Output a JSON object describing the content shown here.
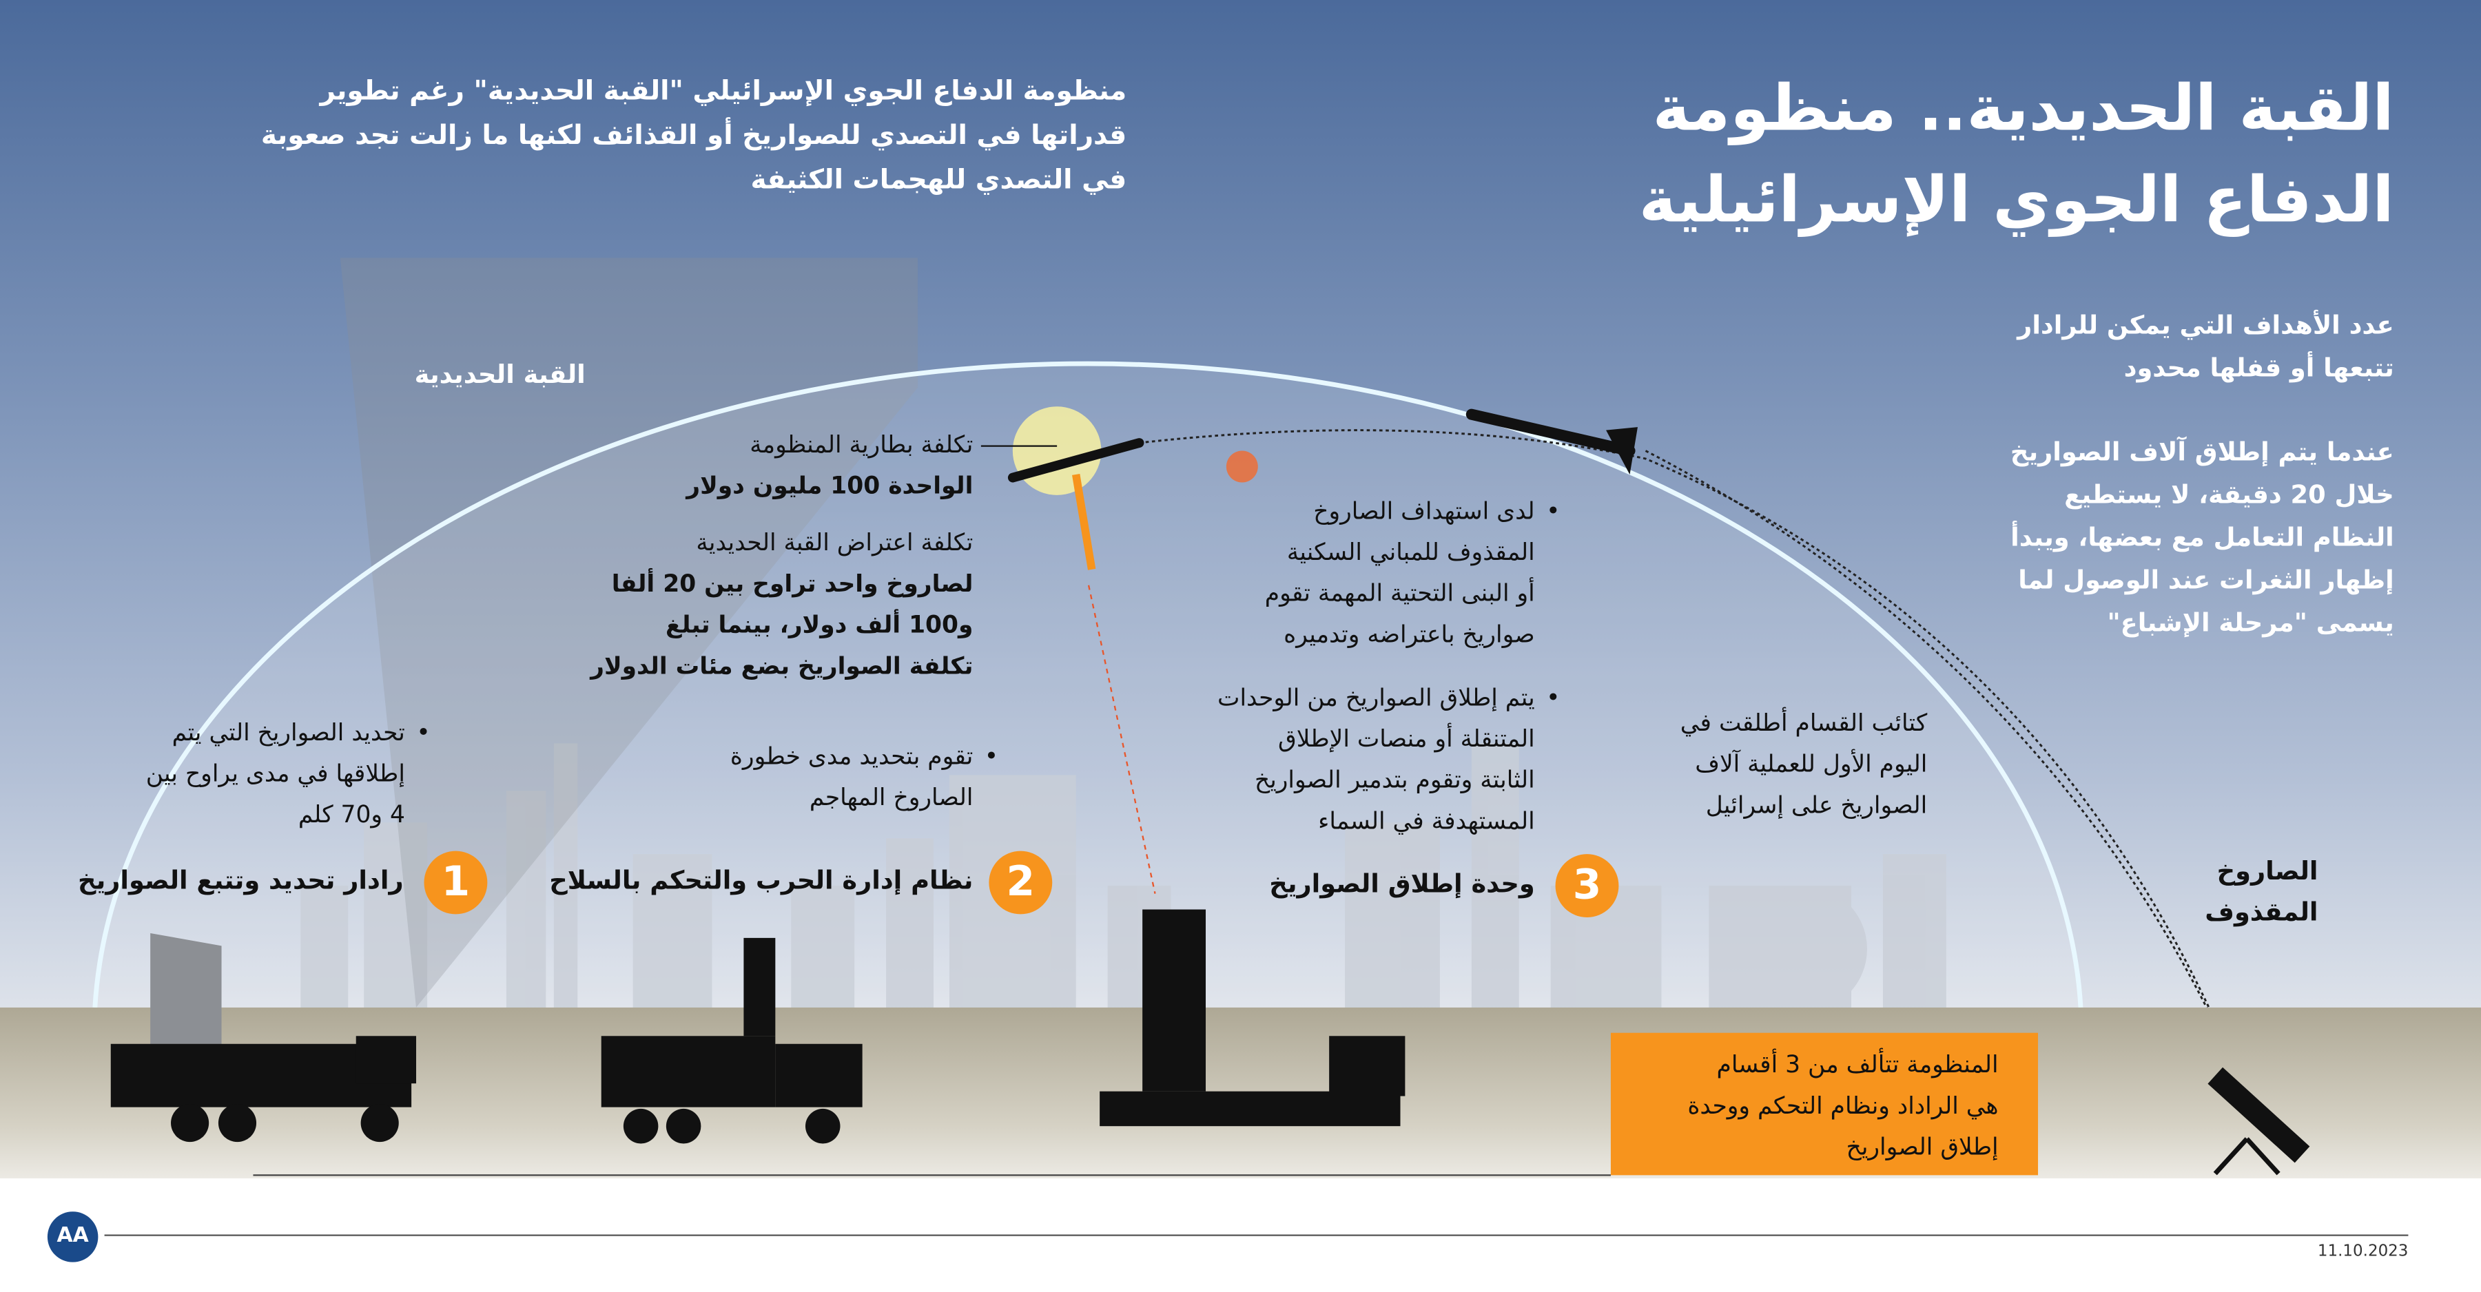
{
  "title": {
    "line1": "القبة الحديدية.. منظومة",
    "line2": "الدفاع الجوي الإسرائيلية"
  },
  "intro": [
    "منظومة الدفاع الجوي الإسرائيلي \"القبة الحديدية\" رغم تطوير",
    "قدراتها في التصدي للصواريخ أو القذائف لكنها ما زالت تجد صعوبة",
    "في التصدي للهجمات الكثيفة"
  ],
  "right_notes": {
    "targets": [
      "عدد الأهداف التي يمكن للرادار",
      "تتبعها أو قفلها محدود"
    ],
    "saturation": [
      "عندما يتم إطلاق آلاف الصواريخ",
      "خلال 20 دقيقة، لا يستطيع",
      "النظام التعامل مع بعضها، ويبدأ",
      "إظهار الثغرات عند الوصول لما",
      "يسمى \"مرحلة الإشباع\""
    ]
  },
  "dome_label": "القبة الحديدية",
  "battery_cost": {
    "line1": "تكلفة بطارية المنظومة",
    "line2": "الواحدة 100 مليون دولار"
  },
  "intercept_cost": [
    "تكلفة اعتراض القبة الحديدية",
    "لصاروخ واحد تراوح بين 20 ألفا",
    "و100 ألف دولار، بينما تبلغ",
    "تكلفة الصواريخ بضع مئات الدولار"
  ],
  "launcher_notes": {
    "b1": [
      "لدى استهداف الصاروخ",
      "المقذوف للمباني السكنية",
      "أو البنى التحتية المهمة تقوم",
      "صواريخ باعتراضه وتدميره"
    ],
    "b2": [
      "يتم إطلاق الصواريخ من الوحدات",
      "المتنقلة أو منصات الإطلاق",
      "الثابتة وتقوم بتدمير الصواريخ",
      "المستهدفة في السماء"
    ]
  },
  "radar_note": [
    "تحديد الصواريخ التي يتم",
    "إطلاقها في مدى يراوح بين",
    "4 و70 كلم"
  ],
  "bms_note": [
    "تقوم بتحديد مدى خطورة",
    "الصاروخ المهاجم"
  ],
  "qassam_note": [
    "كتائب القسام أطلقت في",
    "اليوم الأول للعملية آلاف",
    "الصواريخ على إسرائيل"
  ],
  "sections": [
    {
      "number": "1",
      "label": "رادار تحديد وتتبع الصواريخ"
    },
    {
      "number": "2",
      "label": "نظام إدارة الحرب والتحكم بالسلاح"
    },
    {
      "number": "3",
      "label": "وحدة إطلاق الصواريخ"
    }
  ],
  "projectile_label": [
    "الصاروخ",
    "المقذوف"
  ],
  "summary_box": [
    "المنظومة تتألف من 3 أقسام",
    "هي الراداد ونظام التحكم ووحدة",
    "إطلاق الصواريخ"
  ],
  "footer": {
    "logo": "AA",
    "date": "11.10.2023"
  },
  "colors": {
    "accent": "#f7941d",
    "sky_top": "#4b6a9b",
    "dome": "#e8f8ff"
  }
}
